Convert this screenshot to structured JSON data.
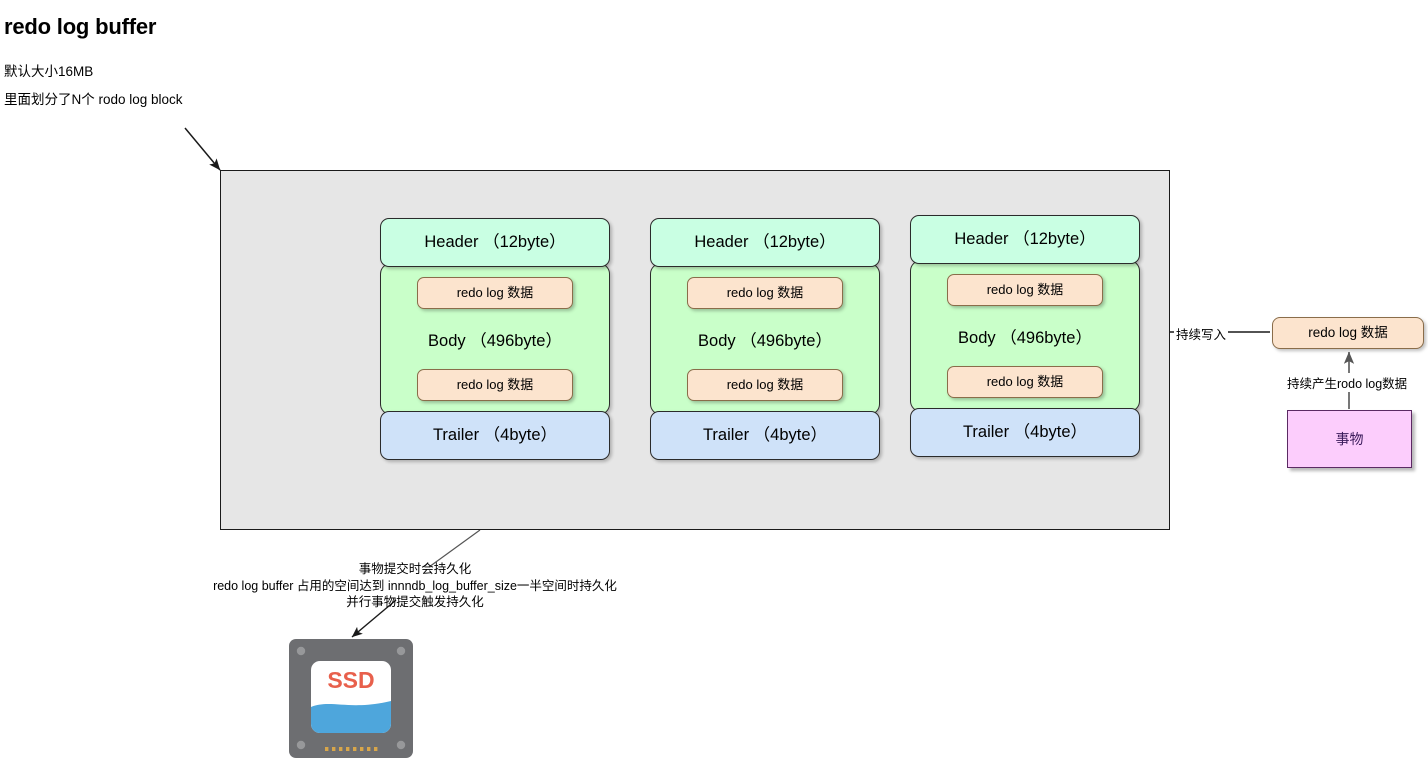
{
  "page": {
    "title": "redo log buffer",
    "notes": [
      "默认大小16MB",
      "里面划分了N个 rodo log block"
    ]
  },
  "buffer": {
    "blocks": [
      {
        "header": "Header （12byte）",
        "body_label": "Body （496byte）",
        "data_top": "redo log 数据",
        "data_bottom": "redo log 数据",
        "trailer": "Trailer （4byte）"
      },
      {
        "header": "Header （12byte）",
        "body_label": "Body （496byte）",
        "data_top": "redo log 数据",
        "data_bottom": "redo log 数据",
        "trailer": "Trailer （4byte）"
      },
      {
        "header": "Header （12byte）",
        "body_label": "Body （496byte）",
        "data_top": "redo log 数据",
        "data_bottom": "redo log 数据",
        "trailer": "Trailer （4byte）"
      }
    ]
  },
  "producer": {
    "incoming_data_label": "redo log 数据",
    "transaction_label": "事物",
    "write_edge_label": "持续写入",
    "produce_edge_label": "持续产生rodo log数据"
  },
  "persist": {
    "lines": [
      "事物提交时会持久化",
      "redo log buffer 占用的空间达到  innndb_log_buffer_size一半空间时持久化",
      "并行事物提交触发持久化"
    ]
  },
  "storage": {
    "label": "SSD"
  },
  "colors": {
    "buffer_bg": "#e6e6e6",
    "header_green": "#c9ffe3",
    "body_green": "#c9ffc9",
    "trailer_blue": "#cfe2f9",
    "data_peach": "#fce4ce",
    "transaction_pink": "#fccdfc",
    "ssd_body": "#6d6e71",
    "ssd_accent": "#4ea6dc",
    "ssd_text": "#e8604c"
  }
}
